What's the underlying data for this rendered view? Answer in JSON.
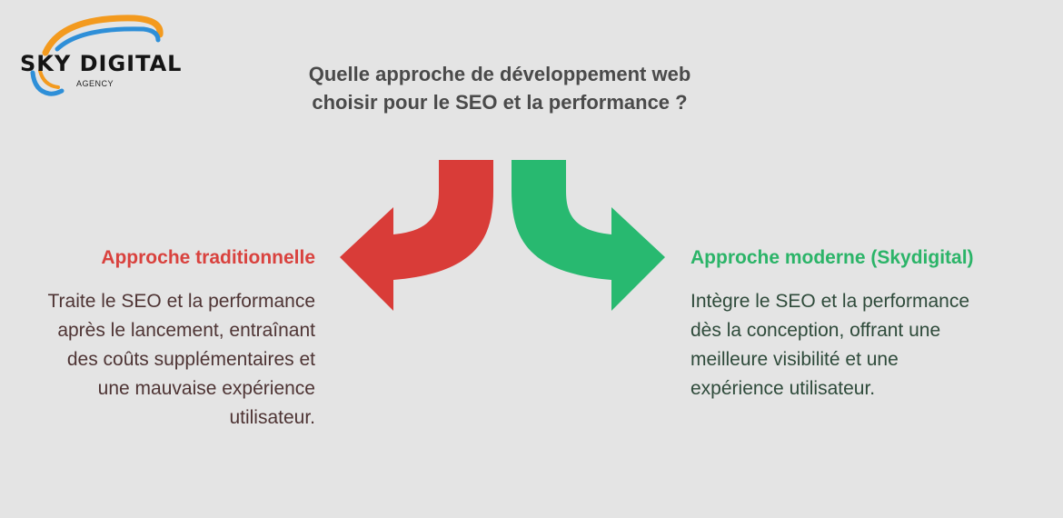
{
  "logo": {
    "name": "SKY DIGITAL",
    "subtitle": "AGENCY"
  },
  "question": "Quelle approche de développement web choisir pour le SEO et la performance ?",
  "left": {
    "title": "Approche traditionnelle",
    "text": "Traite le SEO et la performance après le lancement, entraînant des coûts supplémentaires et une mauvaise expérience utilisateur.",
    "color": "#d9423e"
  },
  "right": {
    "title": "Approche moderne (Skydigital)",
    "text": "Intègre le SEO et la performance dès la conception, offrant une meilleure visibilité et une expérience utilisateur.",
    "color": "#2bb468"
  },
  "colors": {
    "background": "#e4e4e4",
    "logo_swoosh_orange": "#f39a1e",
    "logo_swoosh_blue": "#2e8fd8"
  },
  "icons": [
    "red-curved-arrow-left-icon",
    "green-curved-arrow-right-icon"
  ]
}
